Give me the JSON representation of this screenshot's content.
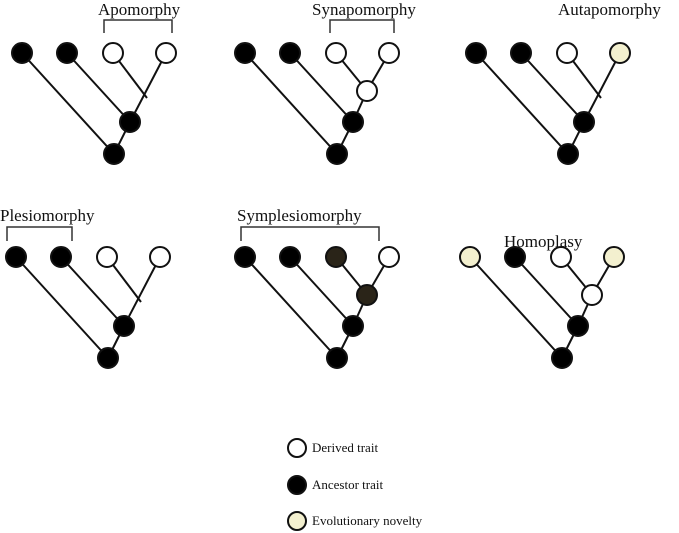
{
  "colors": {
    "derived": "#ffffff",
    "ancestor": "#000000",
    "novelty": "#f3f0cf",
    "dark_ancestor": "#2a2418",
    "line": "#111111"
  },
  "panels": [
    {
      "title": "Apomorphy",
      "tips": [
        "ancestor",
        "ancestor",
        "derived",
        "derived"
      ],
      "inner_nodes": [
        "ancestor",
        "ancestor"
      ],
      "extra_node": null
    },
    {
      "title": "Synapomorphy",
      "tips": [
        "ancestor",
        "ancestor",
        "derived",
        "derived"
      ],
      "inner_nodes": [
        "ancestor",
        "ancestor"
      ],
      "extra_node": "derived"
    },
    {
      "title": "Autapomorphy",
      "tips": [
        "ancestor",
        "ancestor",
        "derived",
        "novelty"
      ],
      "inner_nodes": [
        "ancestor",
        "ancestor"
      ],
      "extra_node": null
    },
    {
      "title": "Plesiomorphy",
      "tips": [
        "ancestor",
        "ancestor",
        "derived",
        "derived"
      ],
      "inner_nodes": [
        "ancestor",
        "ancestor"
      ],
      "extra_node": null
    },
    {
      "title": "Symplesiomorphy",
      "tips": [
        "ancestor",
        "ancestor",
        "dark_ancestor",
        "derived"
      ],
      "inner_nodes": [
        "ancestor",
        "ancestor"
      ],
      "extra_node": "dark_ancestor"
    },
    {
      "title": "Homoplasy",
      "tips": [
        "novelty",
        "ancestor",
        "derived",
        "novelty"
      ],
      "inner_nodes": [
        "ancestor",
        "ancestor"
      ],
      "extra_node": "derived"
    }
  ],
  "legend": [
    {
      "type": "derived",
      "label": "Derived trait"
    },
    {
      "type": "ancestor",
      "label": "Ancestor trait"
    },
    {
      "type": "novelty",
      "label": "Evolutionary novelty"
    }
  ]
}
